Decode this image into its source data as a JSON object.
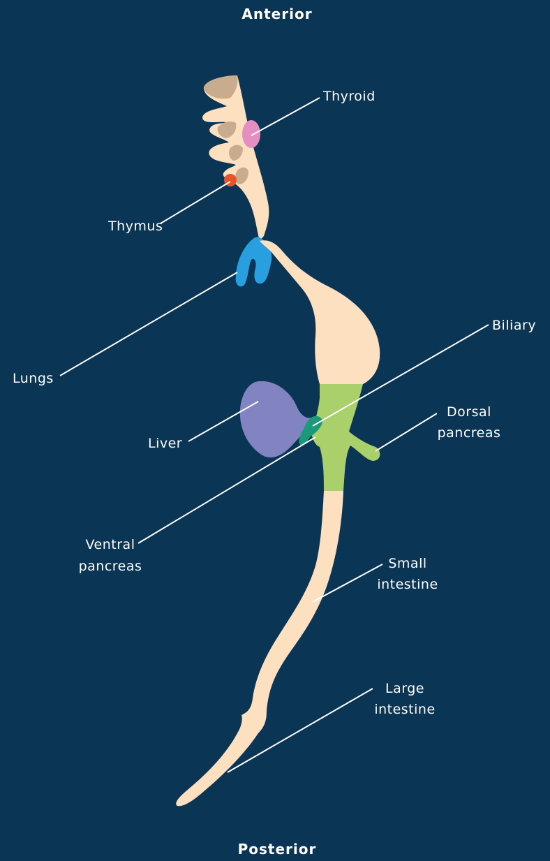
{
  "orientation": {
    "top": "Anterior",
    "bottom": "Posterior"
  },
  "labels": {
    "thyroid": "Thyroid",
    "thymus": "Thymus",
    "lungs": "Lungs",
    "biliary": "Biliary",
    "dorsal_pancreas_1": "Dorsal",
    "dorsal_pancreas_2": "pancreas",
    "liver": "Liver",
    "ventral_pancreas_1": "Ventral",
    "ventral_pancreas_2": "pancreas",
    "small_intestine_1": "Small",
    "small_intestine_2": "intestine",
    "large_intestine_1": "Large",
    "large_intestine_2": "intestine"
  },
  "colors": {
    "background": "#0b3554",
    "gut_tube": "#fde0c0",
    "pharyngeal_pouch": "#c9ab8e",
    "thyroid": "#e58fc0",
    "thymus": "#e8542a",
    "lungs": "#2a9fe0",
    "liver": "#8184c0",
    "pancreas_region": "#a9d06a",
    "biliary": "#1b9a7a",
    "leader_line": "#ffffff"
  }
}
